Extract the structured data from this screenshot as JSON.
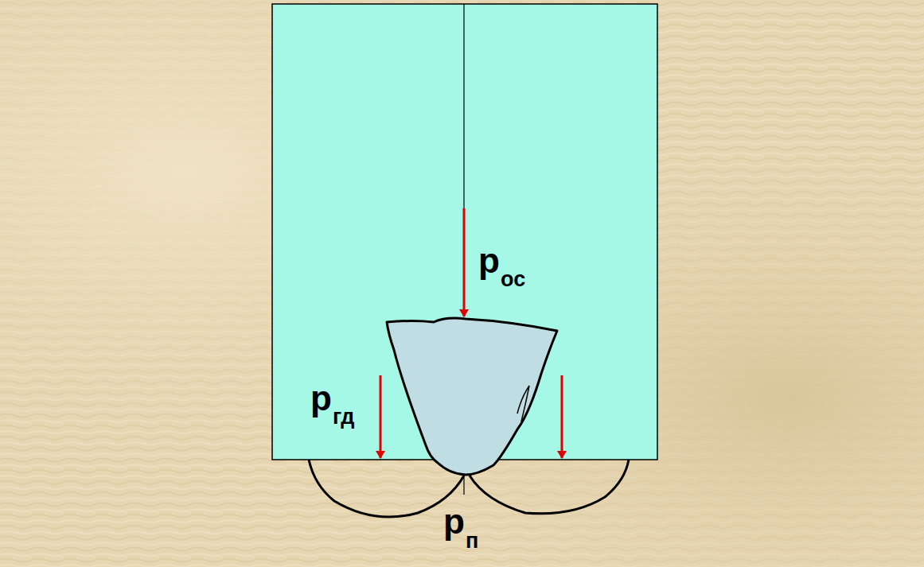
{
  "diagram": {
    "labels": [
      "p",
      "ос",
      "p",
      "гд",
      "p",
      "п"
    ]
  }
}
